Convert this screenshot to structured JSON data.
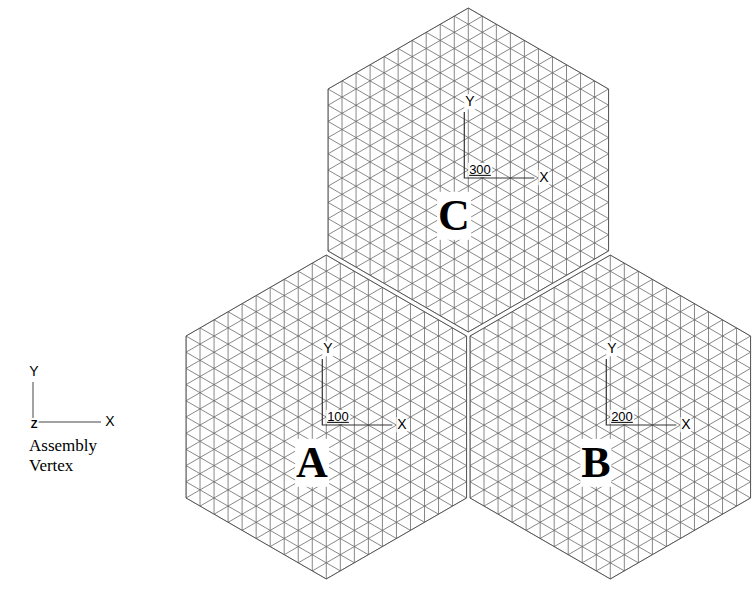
{
  "diagram": {
    "nodes": [
      {
        "text": [
          "Y",
          "300",
          "X",
          "C"
        ]
      },
      {
        "text": [
          "Y",
          "100",
          "X",
          "A"
        ]
      },
      {
        "text": [
          "Y",
          "200",
          "X",
          "B"
        ]
      }
    ],
    "labels": [
      "Y",
      "Z",
      "X",
      "Assembly Vertex"
    ]
  }
}
